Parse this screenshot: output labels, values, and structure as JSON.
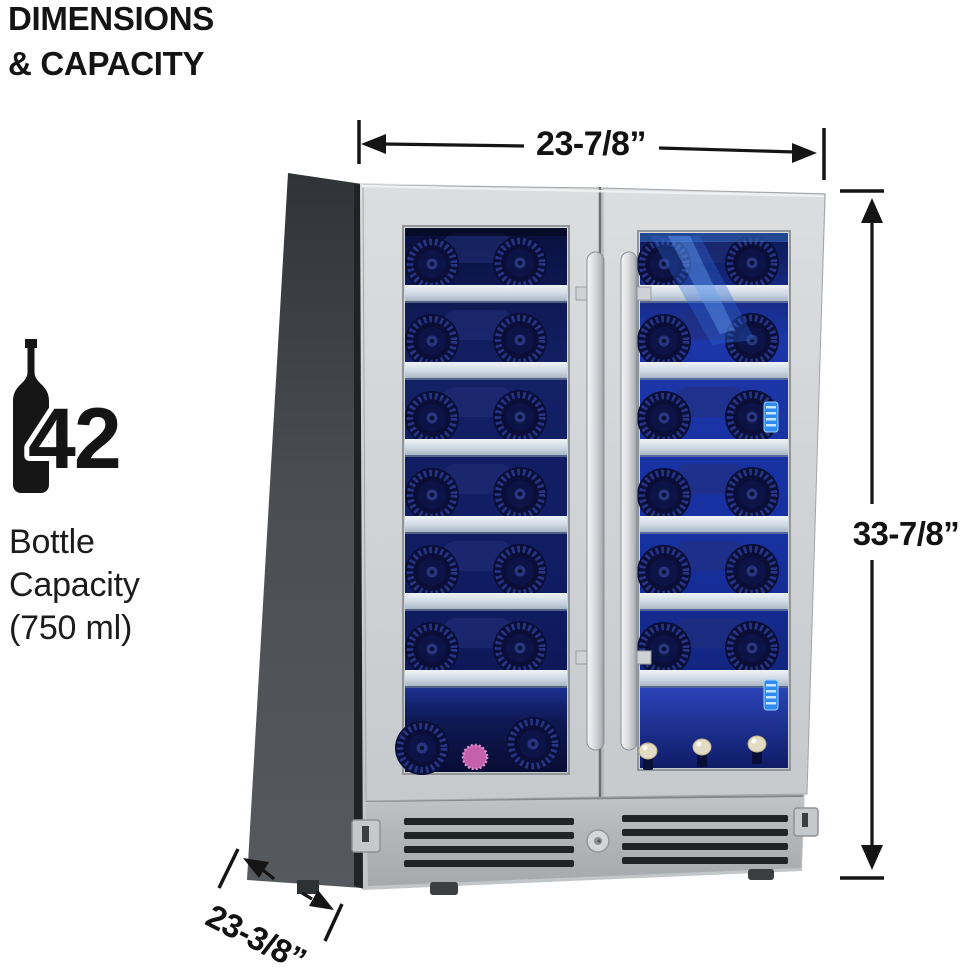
{
  "header": {
    "line1": "DIMENSIONS",
    "line2": "& CAPACITY"
  },
  "capacity": {
    "count": "42",
    "label_lines": [
      "Bottle",
      "Capacity",
      "(750 ml)"
    ]
  },
  "dimensions": {
    "width": "23-7/8”",
    "height": "33-7/8”",
    "depth": "23-3/8”"
  },
  "icons": {
    "capacity": "wine-bottle-icon"
  },
  "colors": {
    "ink": "#141414",
    "stainless": "#cdd0d3",
    "side_panel": "#44484c",
    "glass_blue": "#1c35a8",
    "glass_deep": "#0a1140",
    "shelf_rail": "#cfd9e4",
    "led_blue": "#2f8bf2",
    "cap_pink": "#c561ac"
  }
}
